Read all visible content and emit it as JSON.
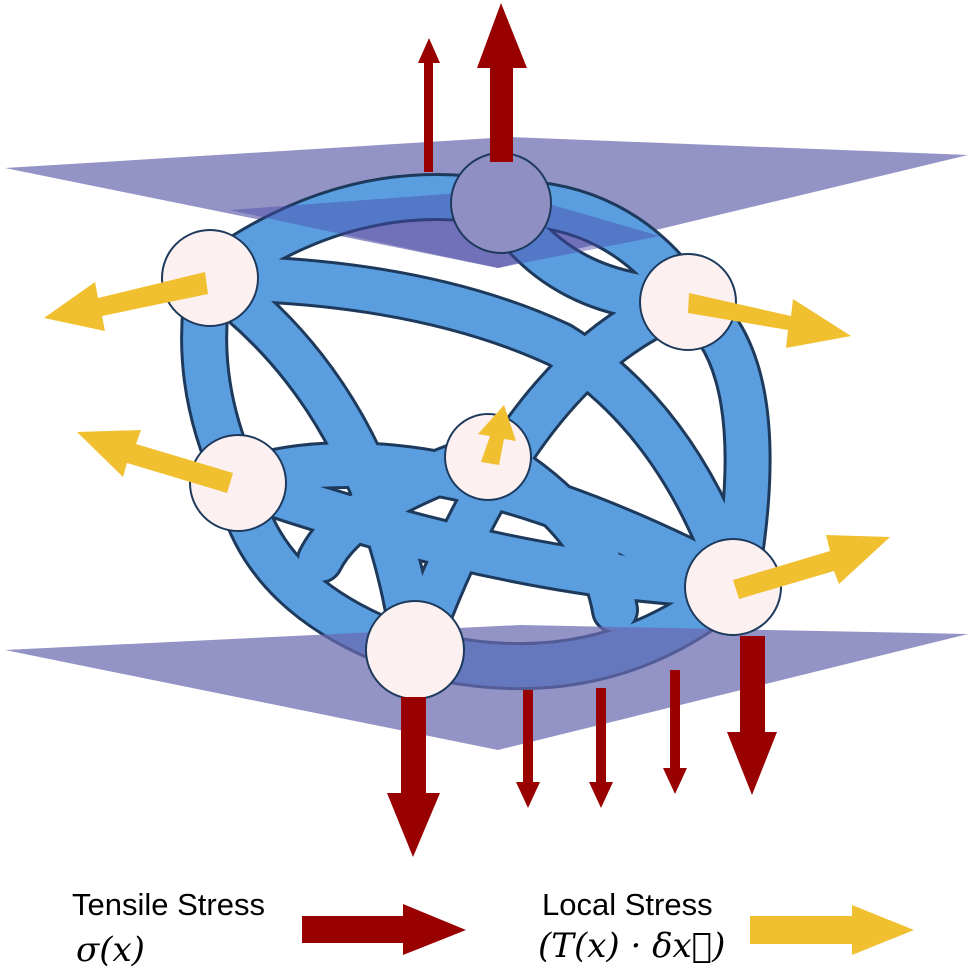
{
  "legend": {
    "tensile": {
      "label": "Tensile Stress",
      "formula": "σ(x)",
      "color": "#990000"
    },
    "local": {
      "label": "Local Stress",
      "formula": "(T(x) · δx⃗)",
      "color": "#f0c030"
    }
  },
  "colors": {
    "plane": "#6a6ab0",
    "fiber": "#5b9ee0",
    "fiber_outline": "#1d3a5c",
    "node": "#fdf0f0",
    "top_node": "#8f8fc4"
  }
}
